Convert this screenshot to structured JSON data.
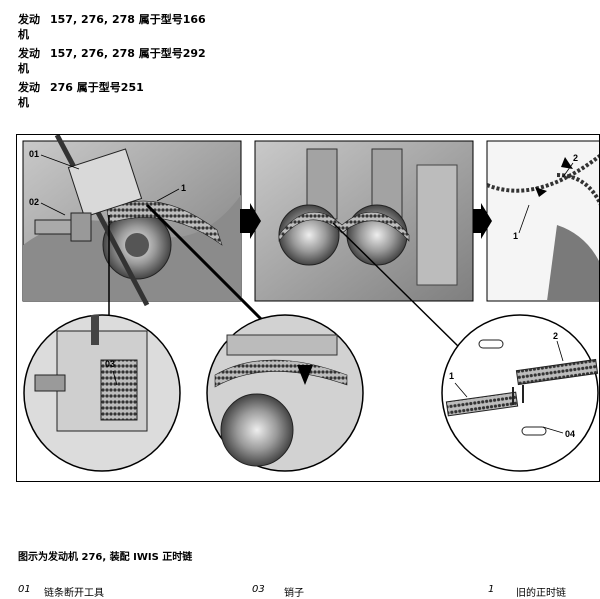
{
  "model_rows": [
    {
      "label": "发动机",
      "value": "157, 276, 278 属于型号166"
    },
    {
      "label": "发动机",
      "value": "157, 276, 278 属于型号292"
    },
    {
      "label": "发动机",
      "value": "276 属于型号251"
    }
  ],
  "figure": {
    "callouts": {
      "c01": "01",
      "c02": "02",
      "c1_top": "1",
      "c03": "03",
      "c2_top": "2",
      "c1_right": "1",
      "c1_zoom": "1",
      "c2_zoom": "2",
      "c04": "04"
    }
  },
  "caption": "图示为发动机 276, 装配 IWIS 正时链",
  "legend": [
    {
      "num": "01",
      "text": "链条断开工具"
    },
    {
      "num": "03",
      "text": "销子"
    },
    {
      "num": "1",
      "text": "旧的正时链"
    }
  ]
}
